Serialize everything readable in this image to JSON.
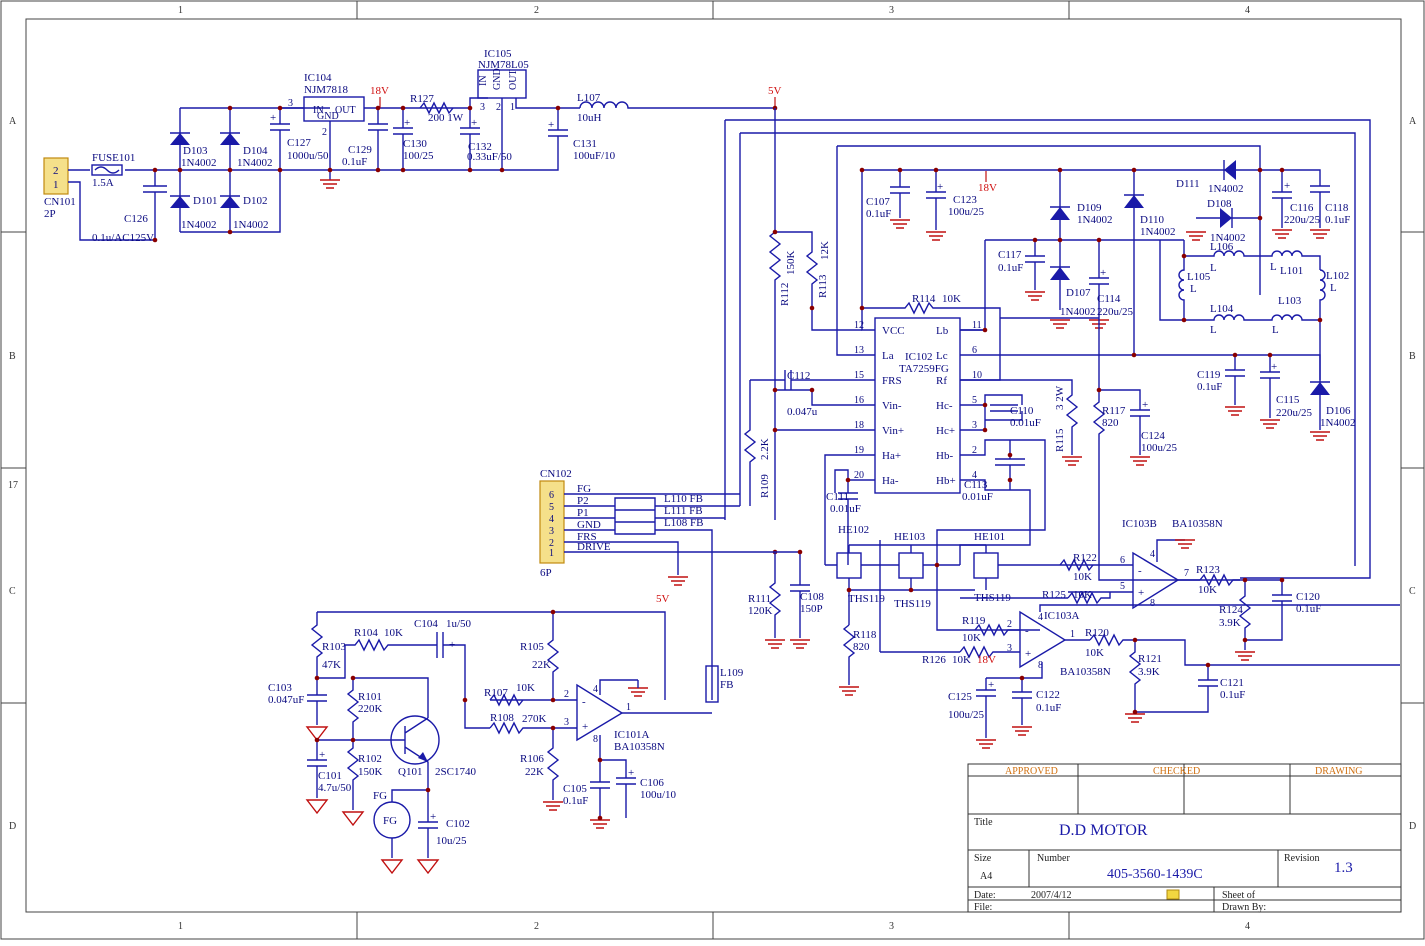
{
  "frame": {
    "cols": [
      "1",
      "2",
      "3",
      "4"
    ],
    "rows": [
      "A",
      "B",
      "C",
      "D"
    ],
    "side_mark": "17"
  },
  "title_block": {
    "approved": "APPROVED",
    "checked": "CHECKED",
    "drawing": "DRAWING",
    "title_label": "Title",
    "title": "D.D MOTOR",
    "size_label": "Size",
    "size": "A4",
    "number_label": "Number",
    "number": "405-3560-1439C",
    "revision_label": "Revision",
    "revision": "1.3",
    "date_label": "Date:",
    "date": "2007/4/12",
    "sheet_label": "Sheet   of",
    "file_label": "File:",
    "drawn_label": "Drawn By:"
  },
  "rails": {
    "v18": "18V",
    "v5": "5V"
  },
  "components": {
    "cn101": [
      "CN101",
      "2P",
      "2",
      "1"
    ],
    "fuse": [
      "FUSE101",
      "1.5A"
    ],
    "c126": [
      "C126",
      "0.1u/AC125V"
    ],
    "bridge": [
      "D103",
      "1N4002",
      "D104",
      "1N4002",
      "D101",
      "1N4002",
      "D102",
      "1N4002"
    ],
    "ic104": [
      "IC104",
      "NJM7818",
      "IN",
      "OUT",
      "GND",
      "3",
      "2"
    ],
    "c127": [
      "C127",
      "1000u/50"
    ],
    "c129": [
      "C129",
      "0.1uF"
    ],
    "c130": [
      "C130",
      "100/25"
    ],
    "r127": [
      "R127",
      "200 1W"
    ],
    "ic105": [
      "IC105",
      "NJM78L05",
      "IN",
      "GND",
      "OUT",
      "3",
      "2",
      "1"
    ],
    "c132": [
      "C132",
      "0.33uF/50"
    ],
    "l107": [
      "L107",
      "10uH"
    ],
    "c131": [
      "C131",
      "100uF/10"
    ],
    "c107": [
      "C107",
      "0.1uF"
    ],
    "c123": [
      "C123",
      "100u/25"
    ],
    "d109": [
      "D109",
      "1N4002"
    ],
    "d110": [
      "D110",
      "1N4002"
    ],
    "d111": [
      "D111",
      "1N4002"
    ],
    "d108": [
      "D108",
      "1N4002"
    ],
    "c116": [
      "C116",
      "220u/25"
    ],
    "c118": [
      "C118",
      "0.1uF"
    ],
    "c117": [
      "C117",
      "0.1uF"
    ],
    "d107": [
      "D107",
      "1N4002"
    ],
    "c114": [
      "C114",
      "220u/25"
    ],
    "coils": [
      "L106",
      "L",
      "L101",
      "L",
      "L105",
      "L",
      "L102",
      "L",
      "L104",
      "L",
      "L103",
      "L"
    ],
    "c119": [
      "C119",
      "0.1uF"
    ],
    "c115": [
      "C115",
      "220u/25"
    ],
    "d106": [
      "D106",
      "1N4002"
    ],
    "r112": [
      "R112",
      "150K"
    ],
    "r113": [
      "R113",
      "12K"
    ],
    "r114": [
      "R114",
      "10K"
    ],
    "ic102": [
      "IC102",
      "TA7259FG"
    ],
    "ic102_pins_left": [
      "VCC",
      "La",
      "FRS",
      "Vin-",
      "Vin+",
      "Ha+",
      "Ha-"
    ],
    "ic102_pins_right": [
      "Lb",
      "Lc",
      "Rf",
      "Hc-",
      "Hc+",
      "Hb-",
      "Hb+"
    ],
    "ic102_nums_left": [
      "12",
      "13",
      "15",
      "16",
      "18",
      "19",
      "20"
    ],
    "ic102_nums_right": [
      "11",
      "6",
      "10",
      "5",
      "3",
      "2",
      "4"
    ],
    "c112": [
      "C112",
      "0.047u"
    ],
    "r109": [
      "R109",
      "2.2K"
    ],
    "c110": [
      "C110",
      "0.01uF"
    ],
    "r115": [
      "R115",
      "3 2W"
    ],
    "r117": [
      "R117",
      "820"
    ],
    "c124": [
      "C124",
      "100u/25"
    ],
    "c111": [
      "C111",
      "0.01uF"
    ],
    "c113": [
      "C113",
      "0.01uF"
    ],
    "cn102": [
      "CN102",
      "6P",
      "FG",
      "P2",
      "P1",
      "GND",
      "FRS",
      "DRIVE",
      "6",
      "5",
      "4",
      "3",
      "2",
      "1"
    ],
    "ferrites": [
      "L110 FB",
      "L111 FB",
      "L108 FB"
    ],
    "halls": [
      "HE102",
      "THS119",
      "HE103",
      "THS119",
      "HE101",
      "THS119"
    ],
    "r111": [
      "R111",
      "120K"
    ],
    "c108": [
      "C108",
      "150P"
    ],
    "r118": [
      "R118",
      "820"
    ],
    "ic103b": [
      "IC103B",
      "BA10358N",
      "6",
      "5",
      "7",
      "4",
      "8"
    ],
    "r122": [
      "R122",
      "10K"
    ],
    "r125": [
      "R125",
      "10K"
    ],
    "r123": [
      "R123",
      "10K"
    ],
    "r124": [
      "R124",
      "3.9K"
    ],
    "c120": [
      "C120",
      "0.1uF"
    ],
    "ic103a": [
      "IC103A",
      "BA10358N",
      "2",
      "3",
      "1",
      "4",
      "8"
    ],
    "r119": [
      "R119",
      "10K"
    ],
    "r126": [
      "R126",
      "10K"
    ],
    "r120": [
      "R120",
      "10K"
    ],
    "r121": [
      "R121",
      "3.9K"
    ],
    "c121": [
      "C121",
      "0.1uF"
    ],
    "c125": [
      "C125",
      "100u/25"
    ],
    "c122": [
      "C122",
      "0.1uF"
    ],
    "r103": [
      "R103",
      "47K"
    ],
    "r104": [
      "R104",
      "10K"
    ],
    "c104": [
      "C104",
      "1u/50"
    ],
    "c103": [
      "C103",
      "0.047uF"
    ],
    "r101": [
      "R101",
      "220K"
    ],
    "r102": [
      "R102",
      "150K"
    ],
    "c101": [
      "C101",
      "4.7u/50"
    ],
    "q101": [
      "Q101",
      "2SC1740"
    ],
    "fg": [
      "FG",
      "FG"
    ],
    "c102": [
      "C102",
      "10u/25"
    ],
    "r105": [
      "R105",
      "22K"
    ],
    "r107": [
      "R107",
      "10K"
    ],
    "r108": [
      "R108",
      "270K"
    ],
    "r106": [
      "R106",
      "22K"
    ],
    "ic101a": [
      "IC101A",
      "BA10358N",
      "2",
      "3",
      "1",
      "4",
      "8"
    ],
    "c105": [
      "C105",
      "0.1uF"
    ],
    "c106": [
      "C106",
      "100u/10"
    ],
    "l109": [
      "L109",
      "FB"
    ]
  }
}
